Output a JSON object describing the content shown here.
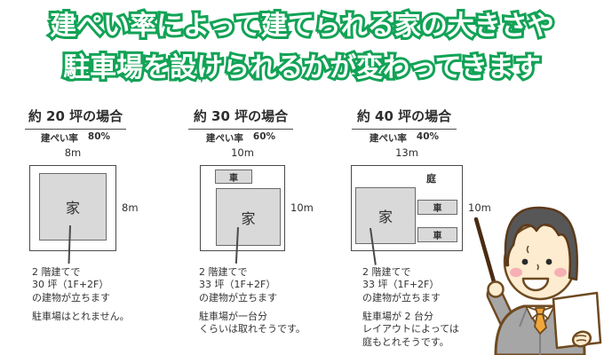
{
  "title": {
    "line1": "建ぺい率によって建てられる家の大きさや",
    "line2": "駐車場を設けられるかが変わってきます"
  },
  "colors": {
    "title_green": "#12a356",
    "lot_border": "#4a4a4a",
    "block_fill": "#d9d9d9",
    "body_text": "#333333"
  },
  "columns": [
    {
      "header": "約 20 坪の場合",
      "coverage_label": "建ぺい率",
      "coverage_value": "80%",
      "top_dim": "8m",
      "side_dim": "8m",
      "house_label": "家",
      "building_note": "2 階建てで\n30 坪（1F+2F）\nの建物が立ちます",
      "parking_note": "駐車場はとれません。"
    },
    {
      "header": "約 30 坪の場合",
      "coverage_label": "建ぺい率",
      "coverage_value": "60%",
      "top_dim": "10m",
      "side_dim": "10m",
      "house_label": "家",
      "car_labels": [
        "車"
      ],
      "building_note": "2 階建てで\n33 坪（1F+2F）\nの建物が立ちます",
      "parking_note": "駐車場が一台分\nくらいは取れそうです。"
    },
    {
      "header": "約 40 坪の場合",
      "coverage_label": "建ぺい率",
      "coverage_value": "40%",
      "top_dim": "13m",
      "side_dim": "10m",
      "house_label": "家",
      "garden_label": "庭",
      "car_labels": [
        "車",
        "車"
      ],
      "building_note": "2 階建てで\n33 坪（1F+2F）\nの建物が立ちます",
      "parking_note": "駐車場が 2 台分\nレイアウトによっては\n庭もとれそうです。"
    }
  ],
  "character": {
    "name": "businessman-presenter",
    "skin": "#fdeccf",
    "hair": "#575757",
    "suit": "#a6a6a6",
    "tie": "#f0a73a",
    "cheek": "#f6b0b5",
    "outline": "#6f4a21",
    "stick": "#4a2c12"
  }
}
